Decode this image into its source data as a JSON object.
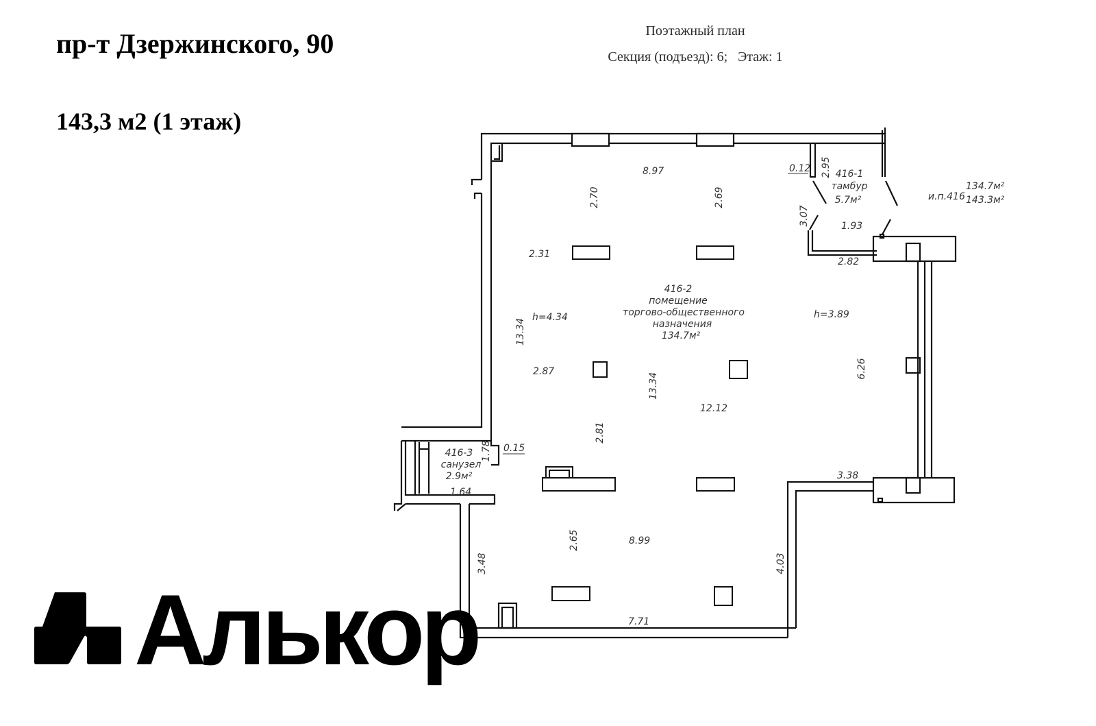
{
  "listing": {
    "address": "пр-т Дзержинского, 90",
    "area": "143,3 м2 (1 этаж)"
  },
  "plan_header": {
    "title": "Поэтажный план",
    "subtitle": "Секция (подъезд): 6;   Этаж: 1"
  },
  "rooms": [
    {
      "id": "416-1",
      "name": "тамбур",
      "area": "5.7м²"
    },
    {
      "id": "416-2",
      "name_lines": [
        "помещение",
        "торгово-общественного",
        "назначения"
      ],
      "area": "134.7м²"
    },
    {
      "id": "416-3",
      "name": "санузел",
      "area": "2.9м²"
    }
  ],
  "summary": {
    "label": "и.п.416",
    "area_main": "134.7м²",
    "area_total": "143.3м²"
  },
  "heights": {
    "left": "h=4.34",
    "right": "h=3.89"
  },
  "dimensions": {
    "top_width": "8.97",
    "top_col1": "2.70",
    "top_col2": "2.69",
    "left_upper": "2.31",
    "left_height": "13.34",
    "center_height": "13.34",
    "left_mid": "2.87",
    "center_width": "12.12",
    "right_height": "6.26",
    "col_lower": "2.81",
    "vest_wall": "0.12",
    "vest_height_top": "2.95",
    "vest_height_side": "3.07",
    "vest_width_mid": "1.93",
    "vest_width_bottom": "2.82",
    "bath_height": "1.78",
    "bath_wall": "0.15",
    "bath_width": "1.64",
    "right_lower_width": "3.38",
    "bottom_left_height": "3.48",
    "bottom_col": "2.65",
    "bottom_width_upper": "8.99",
    "bottom_right_height": "4.03",
    "bottom_width": "7.71"
  },
  "brand": {
    "name": "Алькор",
    "logo_icon": "alkor-mark-icon",
    "color": "#000000"
  }
}
